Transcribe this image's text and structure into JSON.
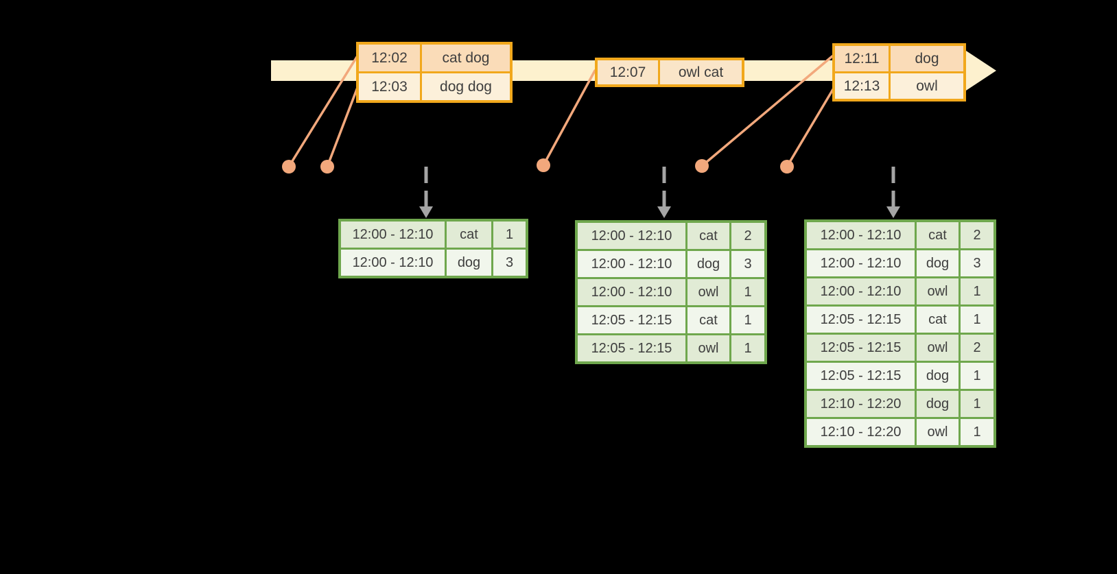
{
  "colors": {
    "background": "#000000",
    "timeline_band": "#FDF1CE",
    "event_table_border": "#F1A81C",
    "event_row_dark": "#FADCB8",
    "event_row_light": "#FCF0DA",
    "event_row_mid": "#FAE5C8",
    "event_marker": "#F2A87C",
    "result_table_border": "#6FA74D",
    "result_row_dark": "#E1EBD5",
    "result_row_light": "#F1F6EC",
    "trigger_arrow": "#A5A5A5",
    "table_text": "#3E3E3E"
  },
  "icons": {
    "timeline_arrow": "block-arrow-right",
    "trigger_arrow": "dashed-arrow-down",
    "event_marker": "filled-circle"
  },
  "event_tables": [
    {
      "rows": [
        [
          "12:02",
          "cat dog"
        ],
        [
          "12:03",
          "dog dog"
        ]
      ]
    },
    {
      "rows": [
        [
          "12:07",
          "owl cat"
        ]
      ]
    },
    {
      "rows": [
        [
          "12:11",
          "dog"
        ],
        [
          "12:13",
          "owl"
        ]
      ]
    }
  ],
  "result_tables": [
    {
      "rows": [
        [
          "12:00 - 12:10",
          "cat",
          "1"
        ],
        [
          "12:00 - 12:10",
          "dog",
          "3"
        ]
      ]
    },
    {
      "rows": [
        [
          "12:00 - 12:10",
          "cat",
          "2"
        ],
        [
          "12:00 - 12:10",
          "dog",
          "3"
        ],
        [
          "12:00 - 12:10",
          "owl",
          "1"
        ],
        [
          "12:05 - 12:15",
          "cat",
          "1"
        ],
        [
          "12:05 - 12:15",
          "owl",
          "1"
        ]
      ]
    },
    {
      "rows": [
        [
          "12:00 - 12:10",
          "cat",
          "2"
        ],
        [
          "12:00 - 12:10",
          "dog",
          "3"
        ],
        [
          "12:00 - 12:10",
          "owl",
          "1"
        ],
        [
          "12:05 - 12:15",
          "cat",
          "1"
        ],
        [
          "12:05 - 12:15",
          "owl",
          "2"
        ],
        [
          "12:05 - 12:15",
          "dog",
          "1"
        ],
        [
          "12:10 - 12:20",
          "dog",
          "1"
        ],
        [
          "12:10 - 12:20",
          "owl",
          "1"
        ]
      ]
    }
  ]
}
